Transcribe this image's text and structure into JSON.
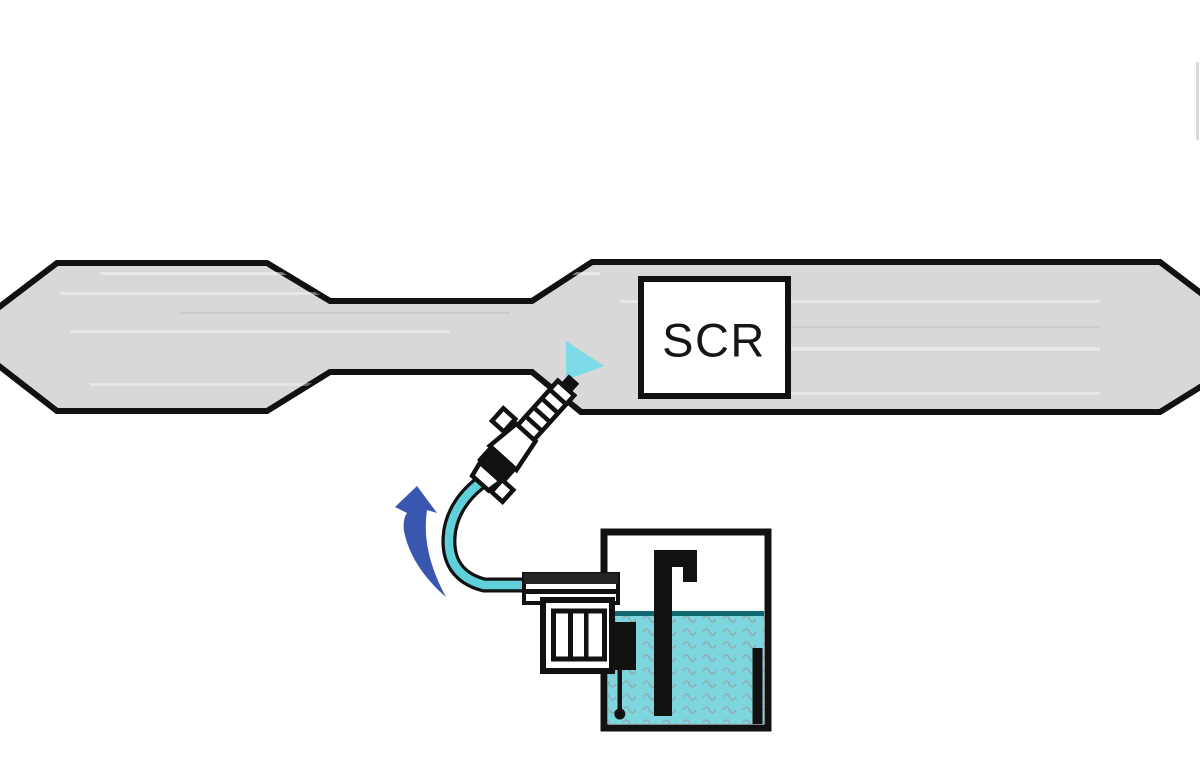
{
  "background": "#ffffff",
  "diagram": {
    "labels": {
      "catalyst": "SCR"
    },
    "colors": {
      "pipe_fill": "#d8d8d8",
      "outline": "#111111",
      "liquid": "#7dd6de",
      "liquid_surface": "#0e6971",
      "hose": "#5fd0da",
      "spray": "#7cdbe6",
      "arrow": "#3a57b0"
    },
    "icons": {
      "flow_arrow": "curved-up-arrow",
      "spray": "right-pointing-triangle-cone"
    },
    "components": [
      "exhaust-pipe-with-mufflers",
      "scr-catalyst-label-box",
      "urea-dosing-injector",
      "spray-cone",
      "supply-hose",
      "flow-direction-arrow",
      "pump-module",
      "filter-module",
      "urea-tank-with-liquid",
      "suction-tube",
      "level-sensor"
    ]
  }
}
